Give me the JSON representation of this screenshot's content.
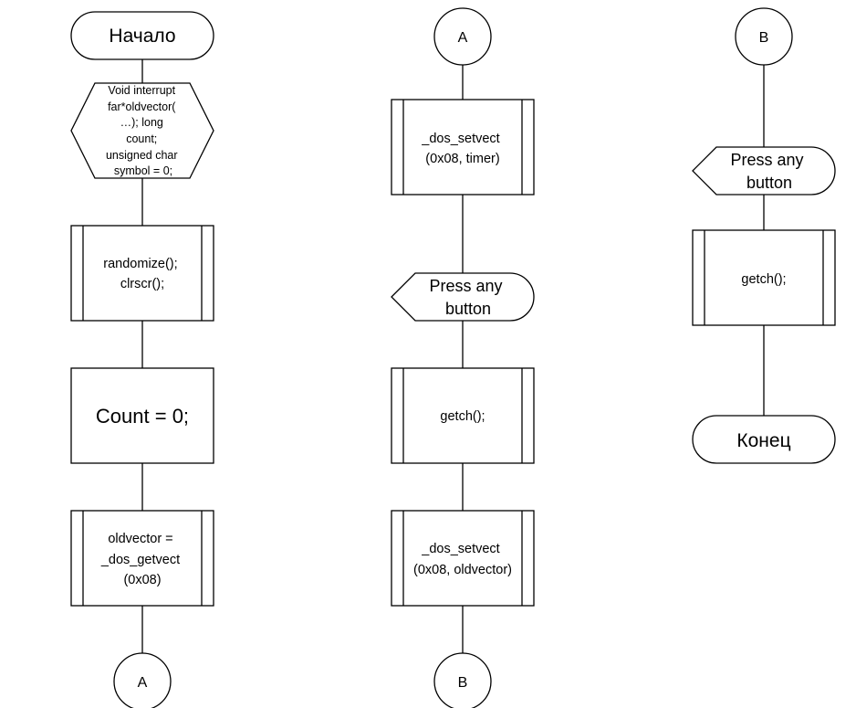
{
  "column1": {
    "start": "Начало",
    "prep": [
      "Void interrupt",
      "far*oldvector(",
      "…); long",
      "count;",
      "unsigned char",
      "symbol = 0;"
    ],
    "proc_randomize": [
      "randomize();",
      "clrscr();"
    ],
    "count_init": "Count = 0;",
    "proc_getvect": [
      "oldvector =",
      "_dos_getvect",
      "(0x08)"
    ],
    "connector_out": "A"
  },
  "column2": {
    "connector_in": "A",
    "proc_setvect_timer": [
      "_dos_setvect",
      "(0x08, timer)"
    ],
    "display": [
      "Press any",
      "button"
    ],
    "proc_getch": "getch();",
    "proc_setvect_old": [
      "_dos_setvect",
      "(0x08, oldvector)"
    ],
    "connector_out": "B"
  },
  "column3": {
    "connector_in": "B",
    "display": [
      "Press any",
      "button"
    ],
    "proc_getch": "getch();",
    "end": "Конец"
  }
}
